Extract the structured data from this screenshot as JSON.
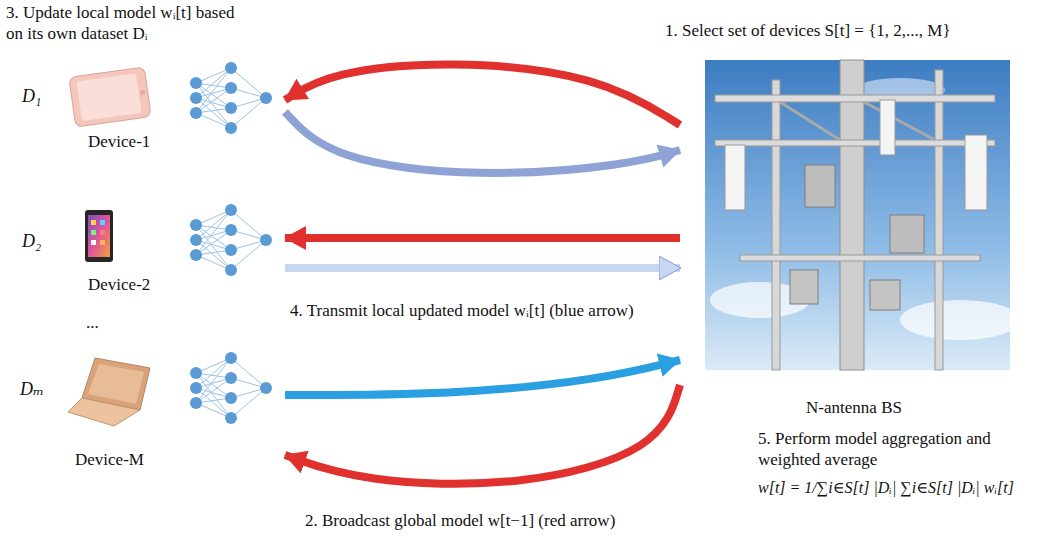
{
  "diagram": {
    "nodes": [
      {
        "text": [
          "Device-1"
        ]
      },
      {
        "text": [
          "Device-2"
        ]
      },
      {
        "text": [
          "Device-M"
        ]
      },
      {
        "text": [
          "N-antenna BS"
        ]
      }
    ],
    "edges": [
      {
        "from": 3,
        "to": 0,
        "arrow": "to"
      },
      {
        "from": 0,
        "to": 3,
        "arrow": "to"
      },
      {
        "from": 3,
        "to": 1,
        "arrow": "to"
      },
      {
        "from": 1,
        "to": 3,
        "arrow": "to"
      },
      {
        "from": 2,
        "to": 3,
        "arrow": "to"
      },
      {
        "from": 3,
        "to": 2,
        "arrow": "to"
      }
    ],
    "labels": [
      "3. Update local model wᵢ[t] based on its own dataset Dᵢ",
      "D₁",
      "D₂",
      "...",
      "Dₘ",
      "1. Select set of devices S[t] = {1, 2,..., M}",
      "4. Transmit local updated model wᵢ[t] (blue arrow)",
      "5. Perform model aggregation and weighted average",
      "w[t] = 1/∑i∈S[t] |Dᵢ| ∑i∈S[t] |Dᵢ| wᵢ[t]",
      "2. Broadcast global model w[t−1] (red arrow)"
    ]
  }
}
